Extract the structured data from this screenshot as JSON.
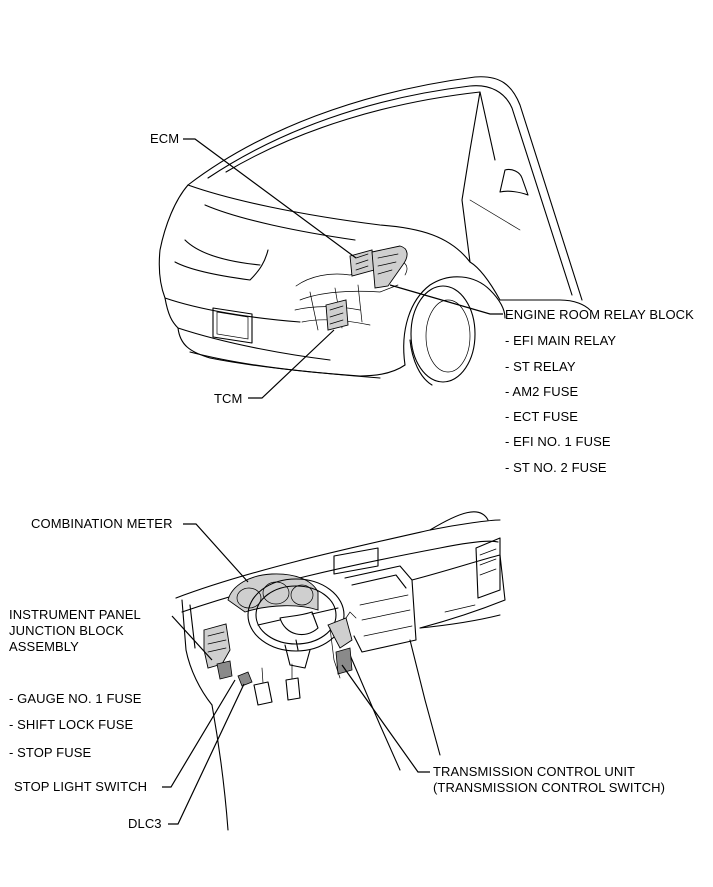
{
  "diagram": {
    "engine_labels": {
      "ecm": "ECM",
      "tcm": "TCM",
      "engine_room_relay_block": "ENGINE ROOM RELAY BLOCK",
      "relay_items": [
        "- EFI MAIN RELAY",
        "- ST RELAY",
        "- AM2 FUSE",
        "- ECT FUSE",
        "- EFI NO. 1 FUSE",
        "- ST NO. 2 FUSE"
      ]
    },
    "cabin_labels": {
      "combination_meter": "COMBINATION METER",
      "instrument_panel_junction_block": [
        "INSTRUMENT PANEL",
        "JUNCTION BLOCK",
        "ASSEMBLY"
      ],
      "junction_items": [
        "- GAUGE NO. 1 FUSE",
        "- SHIFT LOCK FUSE",
        "- STOP FUSE"
      ],
      "stop_light_switch": "STOP LIGHT SWITCH",
      "dlc3": "DLC3",
      "transmission_control_unit": [
        "TRANSMISSION CONTROL UNIT",
        "(TRANSMISSION CONTROL SWITCH)"
      ]
    }
  }
}
